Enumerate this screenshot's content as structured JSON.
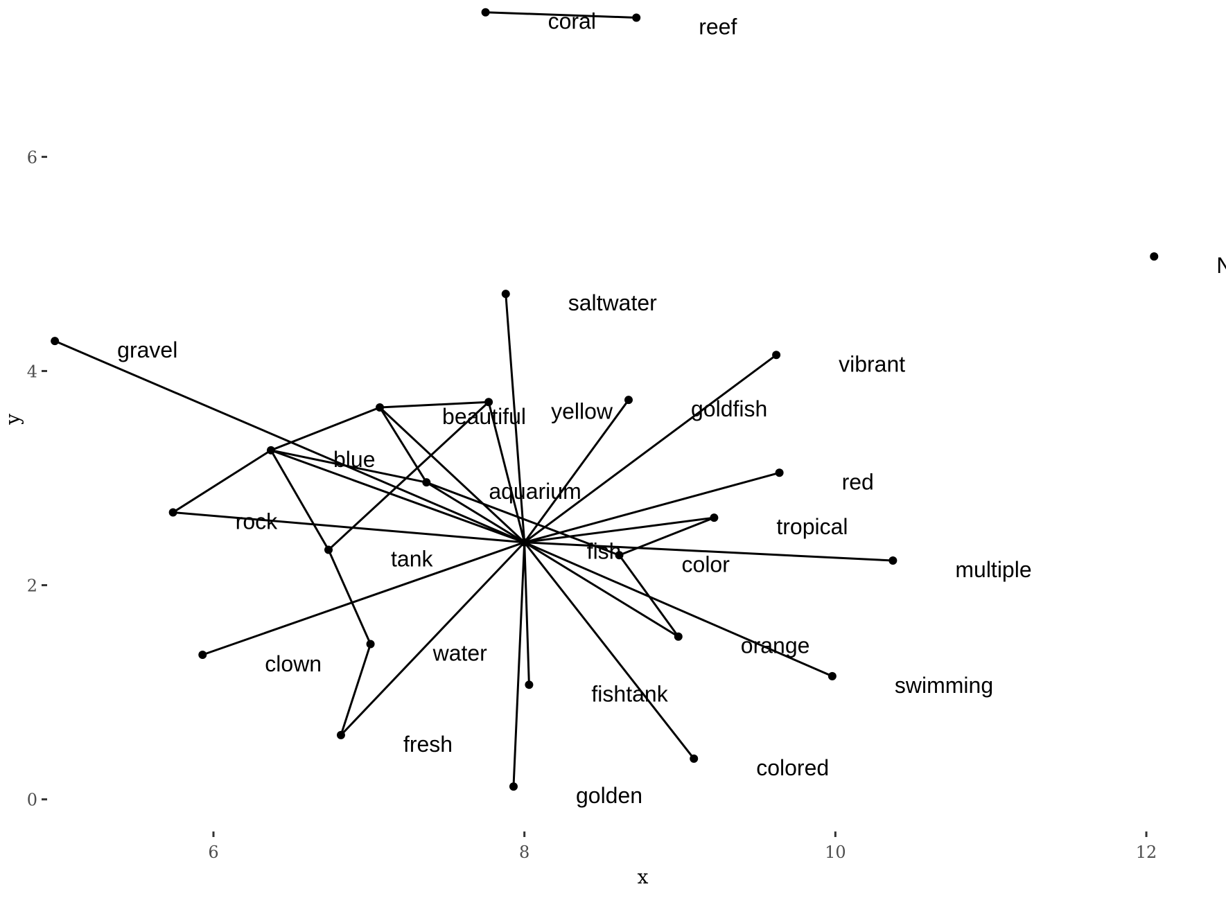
{
  "chart_data": {
    "type": "scatter",
    "title": "",
    "xlabel": "x",
    "ylabel": "y",
    "xlim": [
      4.85,
      12.45
    ],
    "ylim": [
      -0.3,
      7.4
    ],
    "x_ticks": [
      6,
      8,
      10,
      12
    ],
    "y_ticks": [
      0,
      2,
      4,
      6
    ],
    "grid": false,
    "legend": "none",
    "point_color": "#000000",
    "nodes": [
      {
        "id": "coral",
        "x": 7.75,
        "y": 7.35,
        "label": "coral"
      },
      {
        "id": "reef",
        "x": 8.72,
        "y": 7.3,
        "label": "reef"
      },
      {
        "id": "NA",
        "x": 12.05,
        "y": 5.07,
        "label": "NA"
      },
      {
        "id": "saltwater",
        "x": 7.88,
        "y": 4.72,
        "label": "saltwater"
      },
      {
        "id": "gravel",
        "x": 4.98,
        "y": 4.28,
        "label": "gravel"
      },
      {
        "id": "vibrant",
        "x": 9.62,
        "y": 4.15,
        "label": "vibrant"
      },
      {
        "id": "goldfish",
        "x": 8.67,
        "y": 3.73,
        "label": "goldfish"
      },
      {
        "id": "beautiful",
        "x": 7.07,
        "y": 3.66,
        "label": "beautiful"
      },
      {
        "id": "yellow",
        "x": 7.77,
        "y": 3.71,
        "label": "yellow"
      },
      {
        "id": "blue",
        "x": 6.37,
        "y": 3.26,
        "label": "blue"
      },
      {
        "id": "red",
        "x": 9.64,
        "y": 3.05,
        "label": "red"
      },
      {
        "id": "aquarium",
        "x": 7.37,
        "y": 2.96,
        "label": "aquarium"
      },
      {
        "id": "rock",
        "x": 5.74,
        "y": 2.68,
        "label": "rock"
      },
      {
        "id": "tropical",
        "x": 9.22,
        "y": 2.63,
        "label": "tropical"
      },
      {
        "id": "fish",
        "x": 8.0,
        "y": 2.4,
        "label": "fish"
      },
      {
        "id": "tank",
        "x": 6.74,
        "y": 2.33,
        "label": "tank"
      },
      {
        "id": "color",
        "x": 8.61,
        "y": 2.28,
        "label": "color"
      },
      {
        "id": "multiple",
        "x": 10.37,
        "y": 2.23,
        "label": "multiple"
      },
      {
        "id": "orange",
        "x": 8.99,
        "y": 1.52,
        "label": "orange"
      },
      {
        "id": "water",
        "x": 7.01,
        "y": 1.45,
        "label": "water"
      },
      {
        "id": "clown",
        "x": 5.93,
        "y": 1.35,
        "label": "clown"
      },
      {
        "id": "swimming",
        "x": 9.98,
        "y": 1.15,
        "label": "swimming"
      },
      {
        "id": "fishtank",
        "x": 8.03,
        "y": 1.07,
        "label": "fishtank"
      },
      {
        "id": "fresh",
        "x": 6.82,
        "y": 0.6,
        "label": "fresh"
      },
      {
        "id": "colored",
        "x": 9.09,
        "y": 0.38,
        "label": "colored"
      },
      {
        "id": "golden",
        "x": 7.93,
        "y": 0.12,
        "label": "golden"
      }
    ],
    "edges": [
      [
        "coral",
        "reef"
      ],
      [
        "fish",
        "saltwater"
      ],
      [
        "fish",
        "gravel"
      ],
      [
        "fish",
        "vibrant"
      ],
      [
        "fish",
        "goldfish"
      ],
      [
        "fish",
        "beautiful"
      ],
      [
        "fish",
        "yellow"
      ],
      [
        "fish",
        "blue"
      ],
      [
        "fish",
        "red"
      ],
      [
        "fish",
        "aquarium"
      ],
      [
        "fish",
        "rock"
      ],
      [
        "fish",
        "tropical"
      ],
      [
        "fish",
        "multiple"
      ],
      [
        "fish",
        "orange"
      ],
      [
        "fish",
        "clown"
      ],
      [
        "fish",
        "swimming"
      ],
      [
        "fish",
        "fishtank"
      ],
      [
        "fish",
        "fresh"
      ],
      [
        "fish",
        "colored"
      ],
      [
        "fish",
        "golden"
      ],
      [
        "blue",
        "beautiful"
      ],
      [
        "beautiful",
        "yellow"
      ],
      [
        "beautiful",
        "aquarium"
      ],
      [
        "blue",
        "rock"
      ],
      [
        "blue",
        "tank"
      ],
      [
        "blue",
        "aquarium"
      ],
      [
        "aquarium",
        "color"
      ],
      [
        "tank",
        "yellow"
      ],
      [
        "tank",
        "water"
      ],
      [
        "water",
        "fresh"
      ],
      [
        "color",
        "tropical"
      ],
      [
        "color",
        "orange"
      ]
    ]
  }
}
